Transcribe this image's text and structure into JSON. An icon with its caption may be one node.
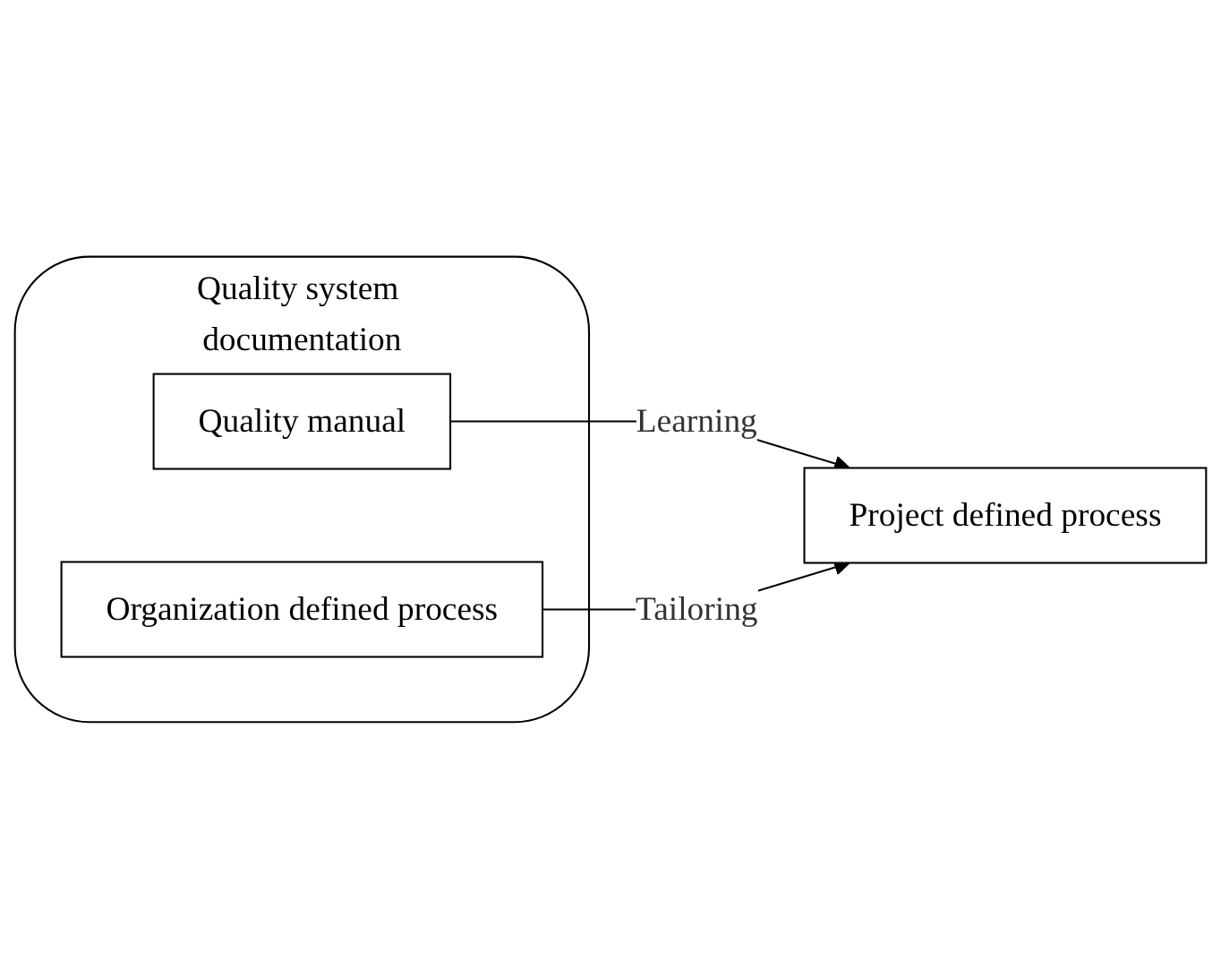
{
  "diagram": {
    "nodes": [
      {
        "text": [
          "Quality system documentation"
        ]
      },
      {
        "text": [
          "Quality manual"
        ],
        "in": 0
      },
      {
        "text": [
          "Organization defined process"
        ],
        "in": 0
      },
      {
        "text": [
          "Project defined process"
        ]
      }
    ],
    "edges": [
      {
        "from": 1,
        "to": 3,
        "arrow": "to",
        "label": "Learning"
      },
      {
        "from": 2,
        "to": 3,
        "arrow": "to",
        "label": "Tailoring"
      }
    ]
  }
}
